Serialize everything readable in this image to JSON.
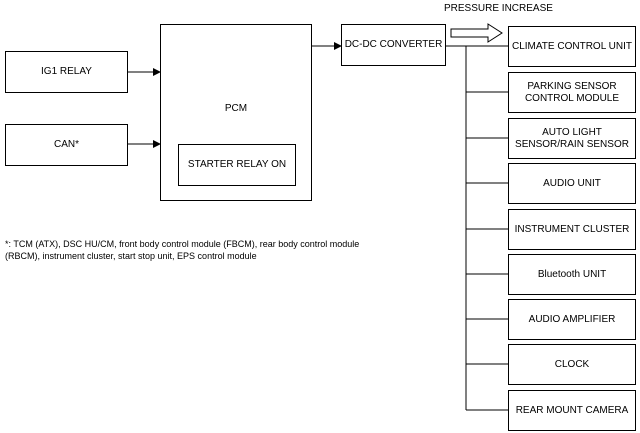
{
  "inputs": {
    "ig1_relay": "IG1 RELAY",
    "can": "CAN*"
  },
  "pcm": {
    "label": "PCM",
    "starter_relay": "STARTER RELAY ON"
  },
  "converter": {
    "label": "DC-DC CONVERTER",
    "pressure_label": "PRESSURE INCREASE"
  },
  "outputs": [
    "CLIMATE CONTROL UNIT",
    "PARKING SENSOR\nCONTROL MODULE",
    "AUTO LIGHT\nSENSOR/RAIN SENSOR",
    "AUDIO UNIT",
    "INSTRUMENT CLUSTER",
    "Bluetooth UNIT",
    "AUDIO AMPLIFIER",
    "CLOCK",
    "REAR MOUNT CAMERA"
  ],
  "footnote": "*: TCM (ATX), DSC HU/CM, front body control module (FBCM), rear body control module (RBCM), instrument cluster, start stop unit, EPS control module"
}
